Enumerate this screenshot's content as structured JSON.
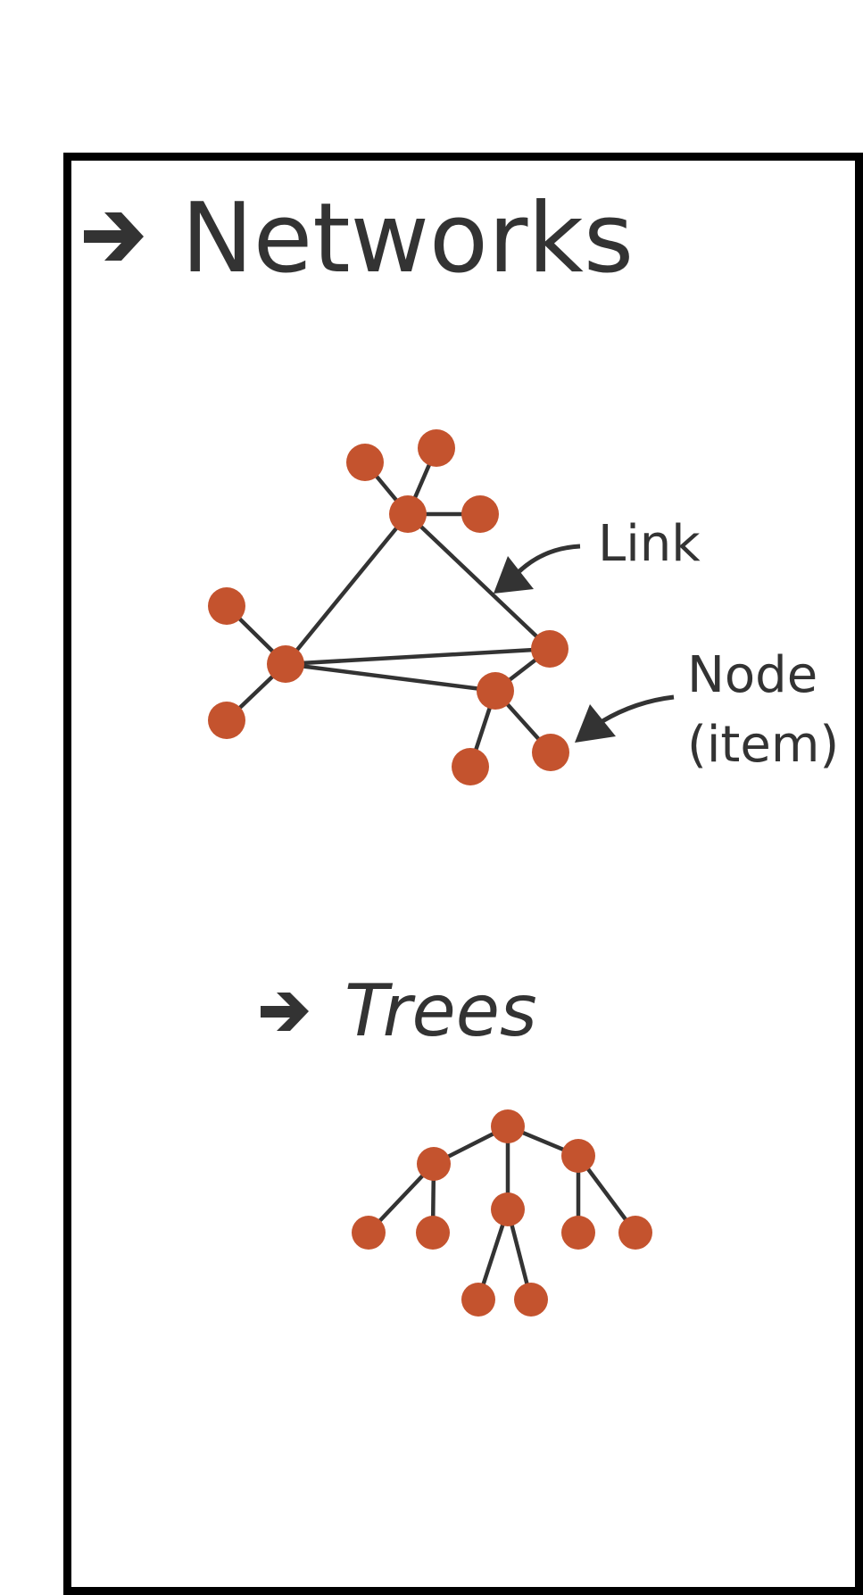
{
  "colors": {
    "node": "#C4532E",
    "edge": "#333333",
    "text": "#333333",
    "frame": "#000000"
  },
  "networks": {
    "heading_icon": "right-arrow-icon",
    "title": "Networks",
    "annotations": {
      "link": "Link",
      "node_line1": "Node",
      "node_line2": "(item)"
    },
    "nodes": [
      {
        "id": "hub-top"
      },
      {
        "id": "leaf-top-left"
      },
      {
        "id": "leaf-top"
      },
      {
        "id": "leaf-top-right"
      },
      {
        "id": "hub-left"
      },
      {
        "id": "leaf-left-upper"
      },
      {
        "id": "leaf-left-lower"
      },
      {
        "id": "node-right"
      },
      {
        "id": "hub-bottom-right"
      },
      {
        "id": "leaf-bottom"
      },
      {
        "id": "leaf-bottom-right"
      }
    ],
    "links": [
      [
        "hub-top",
        "leaf-top-left"
      ],
      [
        "hub-top",
        "leaf-top"
      ],
      [
        "hub-top",
        "leaf-top-right"
      ],
      [
        "hub-top",
        "hub-left"
      ],
      [
        "hub-top",
        "node-right"
      ],
      [
        "hub-left",
        "leaf-left-upper"
      ],
      [
        "hub-left",
        "leaf-left-lower"
      ],
      [
        "hub-left",
        "node-right"
      ],
      [
        "hub-left",
        "hub-bottom-right"
      ],
      [
        "node-right",
        "hub-bottom-right"
      ],
      [
        "hub-bottom-right",
        "leaf-bottom"
      ],
      [
        "hub-bottom-right",
        "leaf-bottom-right"
      ]
    ]
  },
  "trees": {
    "heading_icon": "right-arrow-icon",
    "title": "Trees",
    "nodes": [
      {
        "id": "root"
      },
      {
        "id": "child-left"
      },
      {
        "id": "child-middle"
      },
      {
        "id": "child-right"
      },
      {
        "id": "leaf-ll"
      },
      {
        "id": "leaf-lr"
      },
      {
        "id": "leaf-m1"
      },
      {
        "id": "leaf-m2"
      },
      {
        "id": "leaf-rl"
      },
      {
        "id": "leaf-rr"
      }
    ],
    "links": [
      [
        "root",
        "child-left"
      ],
      [
        "root",
        "child-middle"
      ],
      [
        "root",
        "child-right"
      ],
      [
        "child-left",
        "leaf-ll"
      ],
      [
        "child-left",
        "leaf-lr"
      ],
      [
        "child-middle",
        "leaf-m1"
      ],
      [
        "child-middle",
        "leaf-m2"
      ],
      [
        "child-right",
        "leaf-rl"
      ],
      [
        "child-right",
        "leaf-rr"
      ]
    ]
  }
}
